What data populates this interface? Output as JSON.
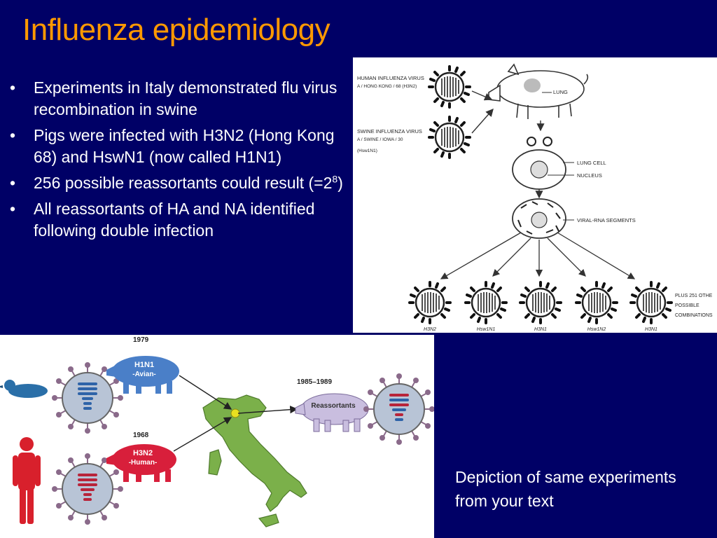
{
  "slide": {
    "title": "Influenza epidemiology",
    "bullets": [
      {
        "text": "Experiments in Italy demonstrated flu virus recombination in swine"
      },
      {
        "text": "Pigs were infected with H3N2 (Hong Kong 68) and HswN1 (now called H1N1)"
      },
      {
        "text": "256 possible reassortants could result (=2",
        "sup": "8",
        "after": ")"
      },
      {
        "text": "All reassortants of HA and NA identified following double infection"
      }
    ],
    "caption": "Depiction of same experiments from your text"
  },
  "figure_top": {
    "human_virus_label": "HUMAN INFLUENZA VIRUS",
    "human_virus_strain": "A / HONG KONG / 68 (H3N2)",
    "swine_virus_label": "SWINE INFLUENZA VIRUS",
    "swine_virus_strain": "A / SWINE / IOWA / 30",
    "swine_virus_subtype": "(Hsw1N1)",
    "lung_label": "LUNG",
    "lung_cell_label": "LUNG CELL",
    "nucleus_label": "NUCLEUS",
    "segments_label": "VIRAL-RNA SEGMENTS",
    "progeny": [
      "H3N2",
      "Hsw1N1",
      "H3N1",
      "Hsw1N2",
      "H3N1"
    ],
    "combinations_label_1": "PLUS 251 OTHE",
    "combinations_label_2": "POSSIBLE",
    "combinations_label_3": "COMBINATIONS"
  },
  "figure_bottom": {
    "year_avian": "1979",
    "avian_pig_line1": "H1N1",
    "avian_pig_line2": "-Avian-",
    "year_human": "1968",
    "human_pig_line1": "H3N2",
    "human_pig_line2": "-Human-",
    "year_reassortants": "1985–1989",
    "reassortants_label": "Reassortants"
  },
  "colors": {
    "background": "#000066",
    "title": "#ff9900",
    "avian_pig": "#4a7fc8",
    "human_pig": "#d81f3b",
    "reassortant_pig": "#c9bedf",
    "italy": "#7bb04a",
    "spike": "#8a6a8a",
    "human_figure": "#d8202c"
  }
}
